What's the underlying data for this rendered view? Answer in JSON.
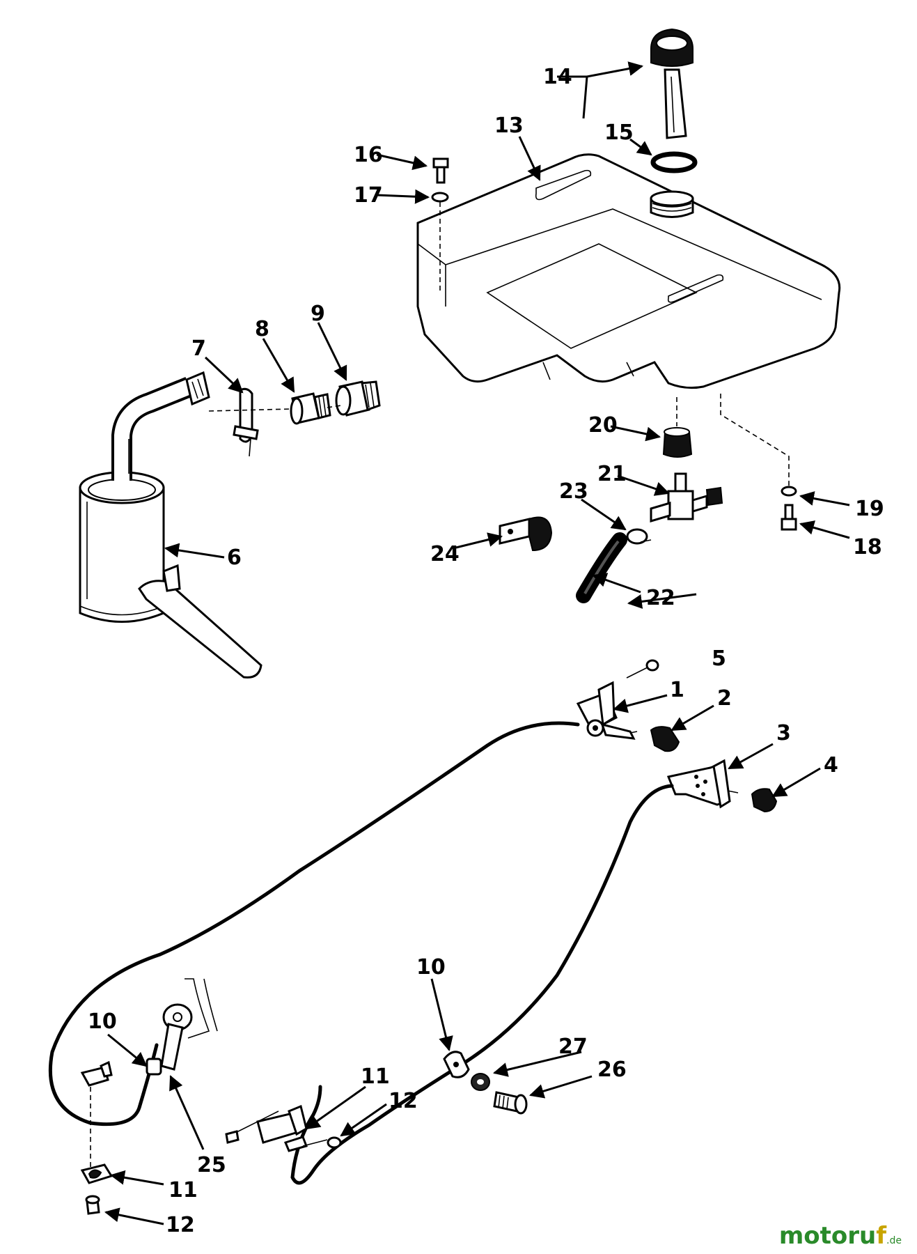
{
  "diagram": {
    "callouts": {
      "c1": "1",
      "c2": "2",
      "c3": "3",
      "c4": "4",
      "c5": "5",
      "c6": "6",
      "c7": "7",
      "c8": "8",
      "c9": "9",
      "c10a": "10",
      "c10b": "10",
      "c11a": "11",
      "c11b": "11",
      "c12a": "12",
      "c12b": "12",
      "c13": "13",
      "c14": "14",
      "c15": "15",
      "c16": "16",
      "c17": "17",
      "c18": "18",
      "c19": "19",
      "c20": "20",
      "c21": "21",
      "c22": "22",
      "c23": "23",
      "c24": "24",
      "c25": "25",
      "c26": "26",
      "c27": "27"
    }
  },
  "watermark": {
    "main": "motoru",
    "accent": "f",
    "tld": ".de"
  }
}
